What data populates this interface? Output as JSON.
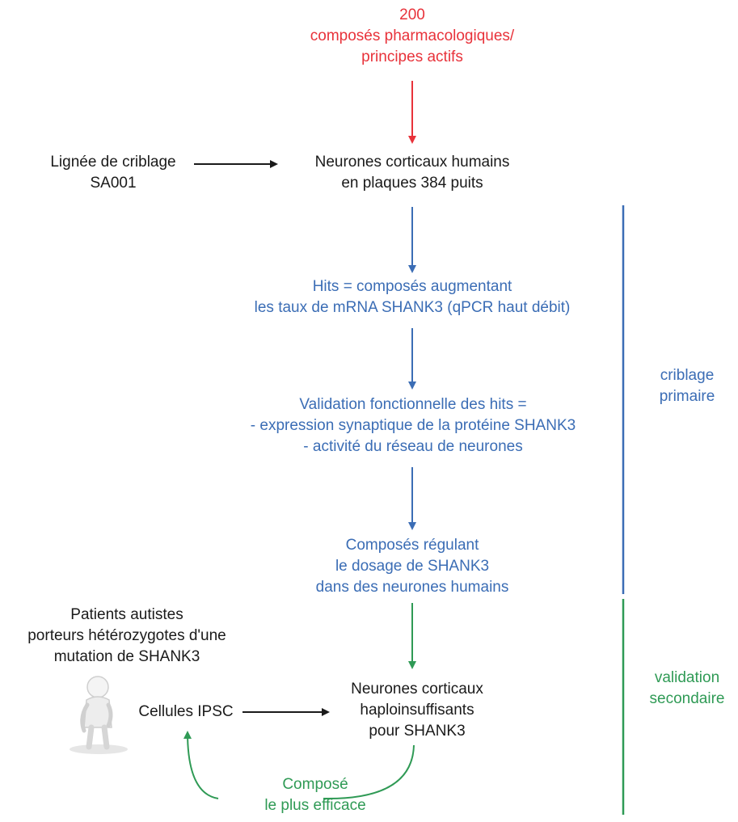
{
  "compounds": {
    "count": "200",
    "line1": "composés pharmacologiques/",
    "line2": "principes actifs"
  },
  "screening_line": {
    "line1": "Lignée de criblage",
    "line2": "SA001"
  },
  "cortical_neurons_plates": {
    "line1": "Neurones corticaux humains",
    "line2": "en plaques 384 puits"
  },
  "hits": {
    "line1": "Hits = composés augmentant",
    "line2": "les taux de mRNA SHANK3 (qPCR haut débit)"
  },
  "functional_validation": {
    "line1": "Validation fonctionnelle des hits =",
    "line2": "- expression synaptique de la protéine SHANK3",
    "line3": "- activité du réseau de neurones"
  },
  "regulating_compounds": {
    "line1": "Composés régulant",
    "line2": "le dosage de SHANK3",
    "line3": "dans des neurones humains"
  },
  "patients": {
    "line1": "Patients autistes",
    "line2": "porteurs hétérozygotes d'une",
    "line3": "mutation de SHANK3"
  },
  "ipsc": {
    "label": "Cellules IPSC"
  },
  "haplo_neurons": {
    "line1": "Neurones corticaux",
    "line2": "haploinsuffisants",
    "line3": "pour SHANK3"
  },
  "best_compound": {
    "line1": "Composé",
    "line2": "le plus efficace"
  },
  "phases": {
    "primary": {
      "line1": "criblage",
      "line2": "primaire"
    },
    "secondary": {
      "line1": "validation",
      "line2": "secondaire"
    }
  },
  "colors": {
    "red": "#e8323a",
    "blue": "#3b6db5",
    "green": "#2f9a55",
    "black": "#1a1a1a"
  },
  "icons": {
    "patient": "person-figure-icon"
  }
}
